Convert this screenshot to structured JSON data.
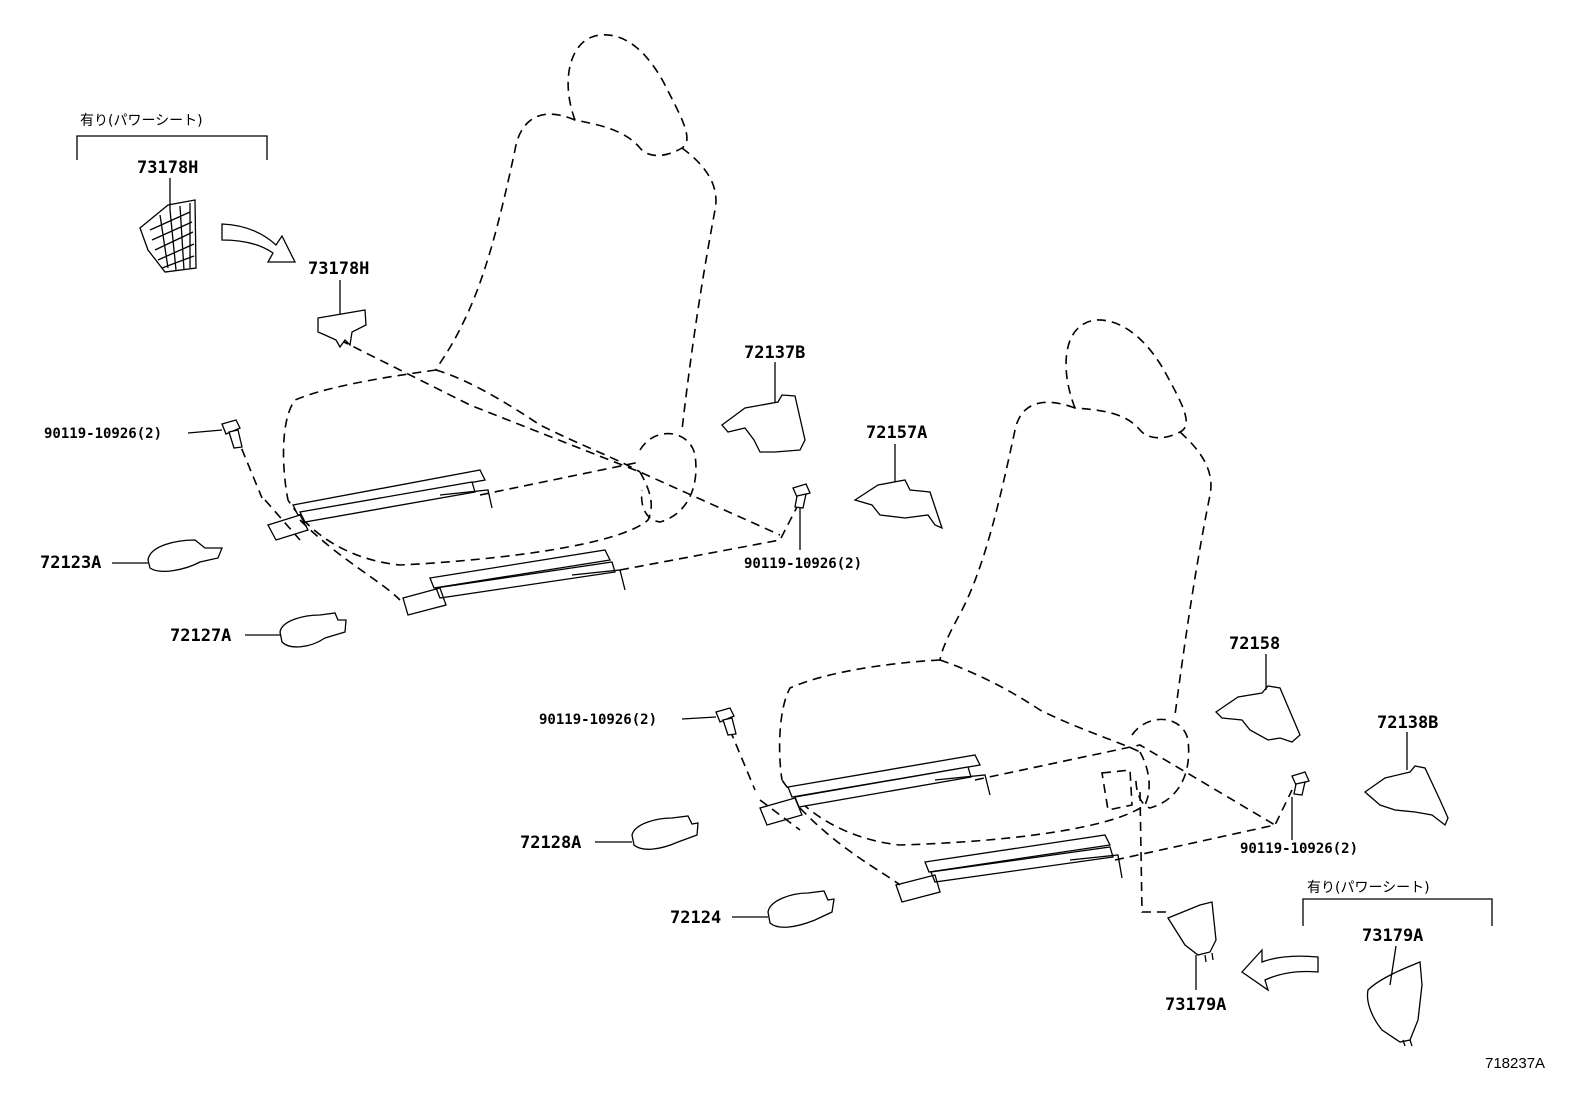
{
  "diagram": {
    "figure_code": "718237A",
    "option_note_upper": "有り(パワーシート)",
    "option_note_lower": "有り(パワーシート)",
    "labels": {
      "p73178H_top": "73178H",
      "p73178H_mid": "73178H",
      "p72137B": "72137B",
      "p72157A": "72157A",
      "bolt_left_upper": "90119-10926(2)",
      "bolt_right_upper": "90119-10926(2)",
      "p72123A": "72123A",
      "p72127A": "72127A",
      "p72158": "72158",
      "p72138B": "72138B",
      "bolt_left_lower": "90119-10926(2)",
      "bolt_right_lower": "90119-10926(2)",
      "p72128A": "72128A",
      "p72124": "72124",
      "p73179A_top": "73179A",
      "p73179A_bottom": "73179A"
    }
  }
}
